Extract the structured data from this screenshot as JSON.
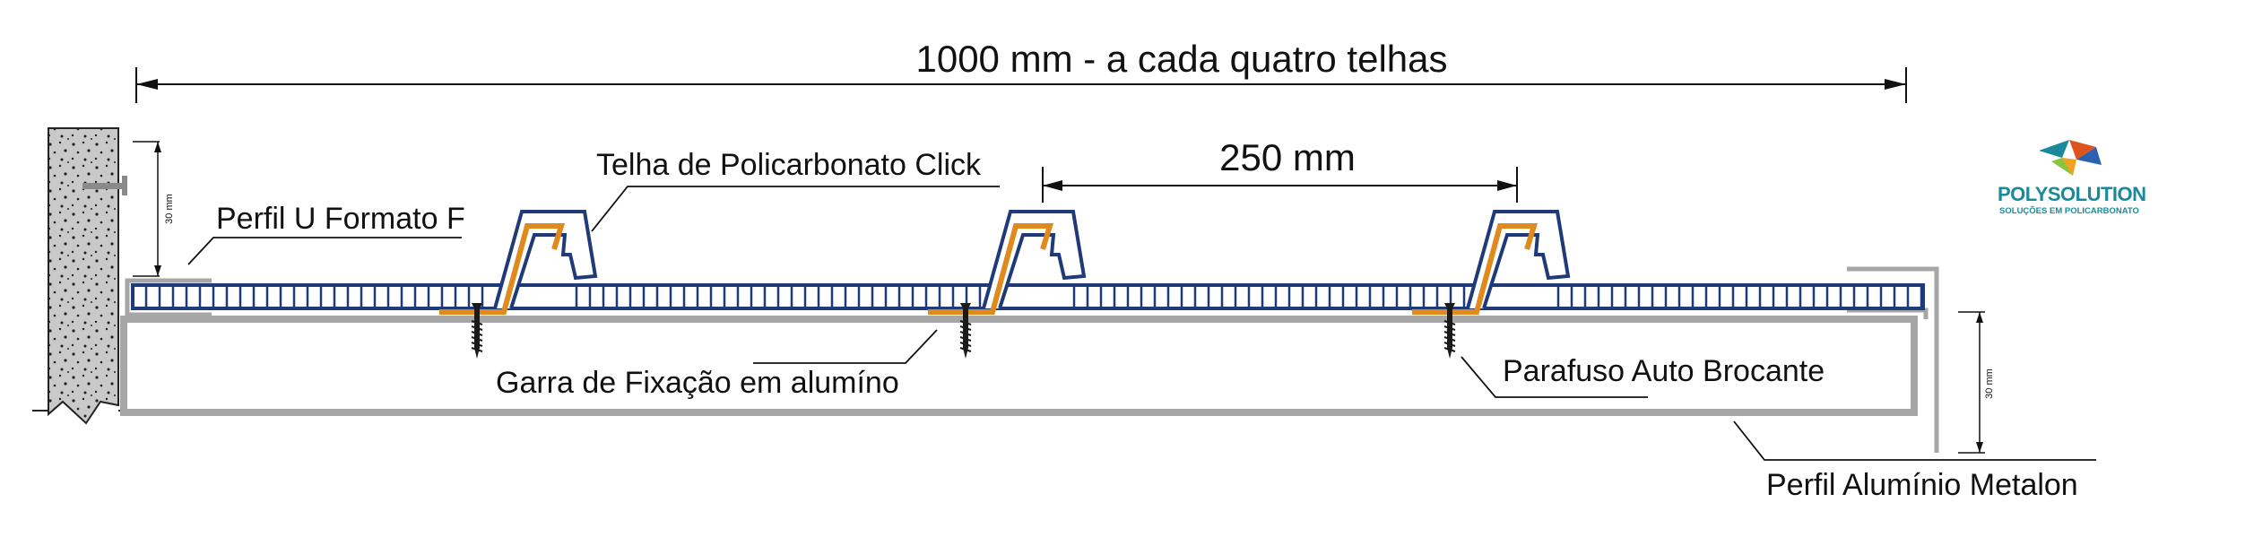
{
  "dimensions": {
    "total_span": "1000 mm - a cada quatro telhas",
    "rib_spacing": "250 mm",
    "left_height": "30 mm",
    "right_height": "30 mm"
  },
  "callouts": {
    "telha": "Telha de Policarbonato Click",
    "perfil_u": "Perfil U Formato F",
    "garra": "Garra de Fixação em alumíno",
    "parafuso": "Parafuso Auto Brocante",
    "metalon": "Perfil Alumínio Metalon"
  },
  "brand": {
    "name": "POLYSOLUTION",
    "tagline": "SOLUÇÕES EM POLICARBONATO"
  },
  "colors": {
    "panel_navy": "#1f3a78",
    "clip_orange": "#e08a1e",
    "profile_gray": "#a6a6a6",
    "wall_gray": "#c7c7c7",
    "brand_teal": "#1a8a9a"
  }
}
